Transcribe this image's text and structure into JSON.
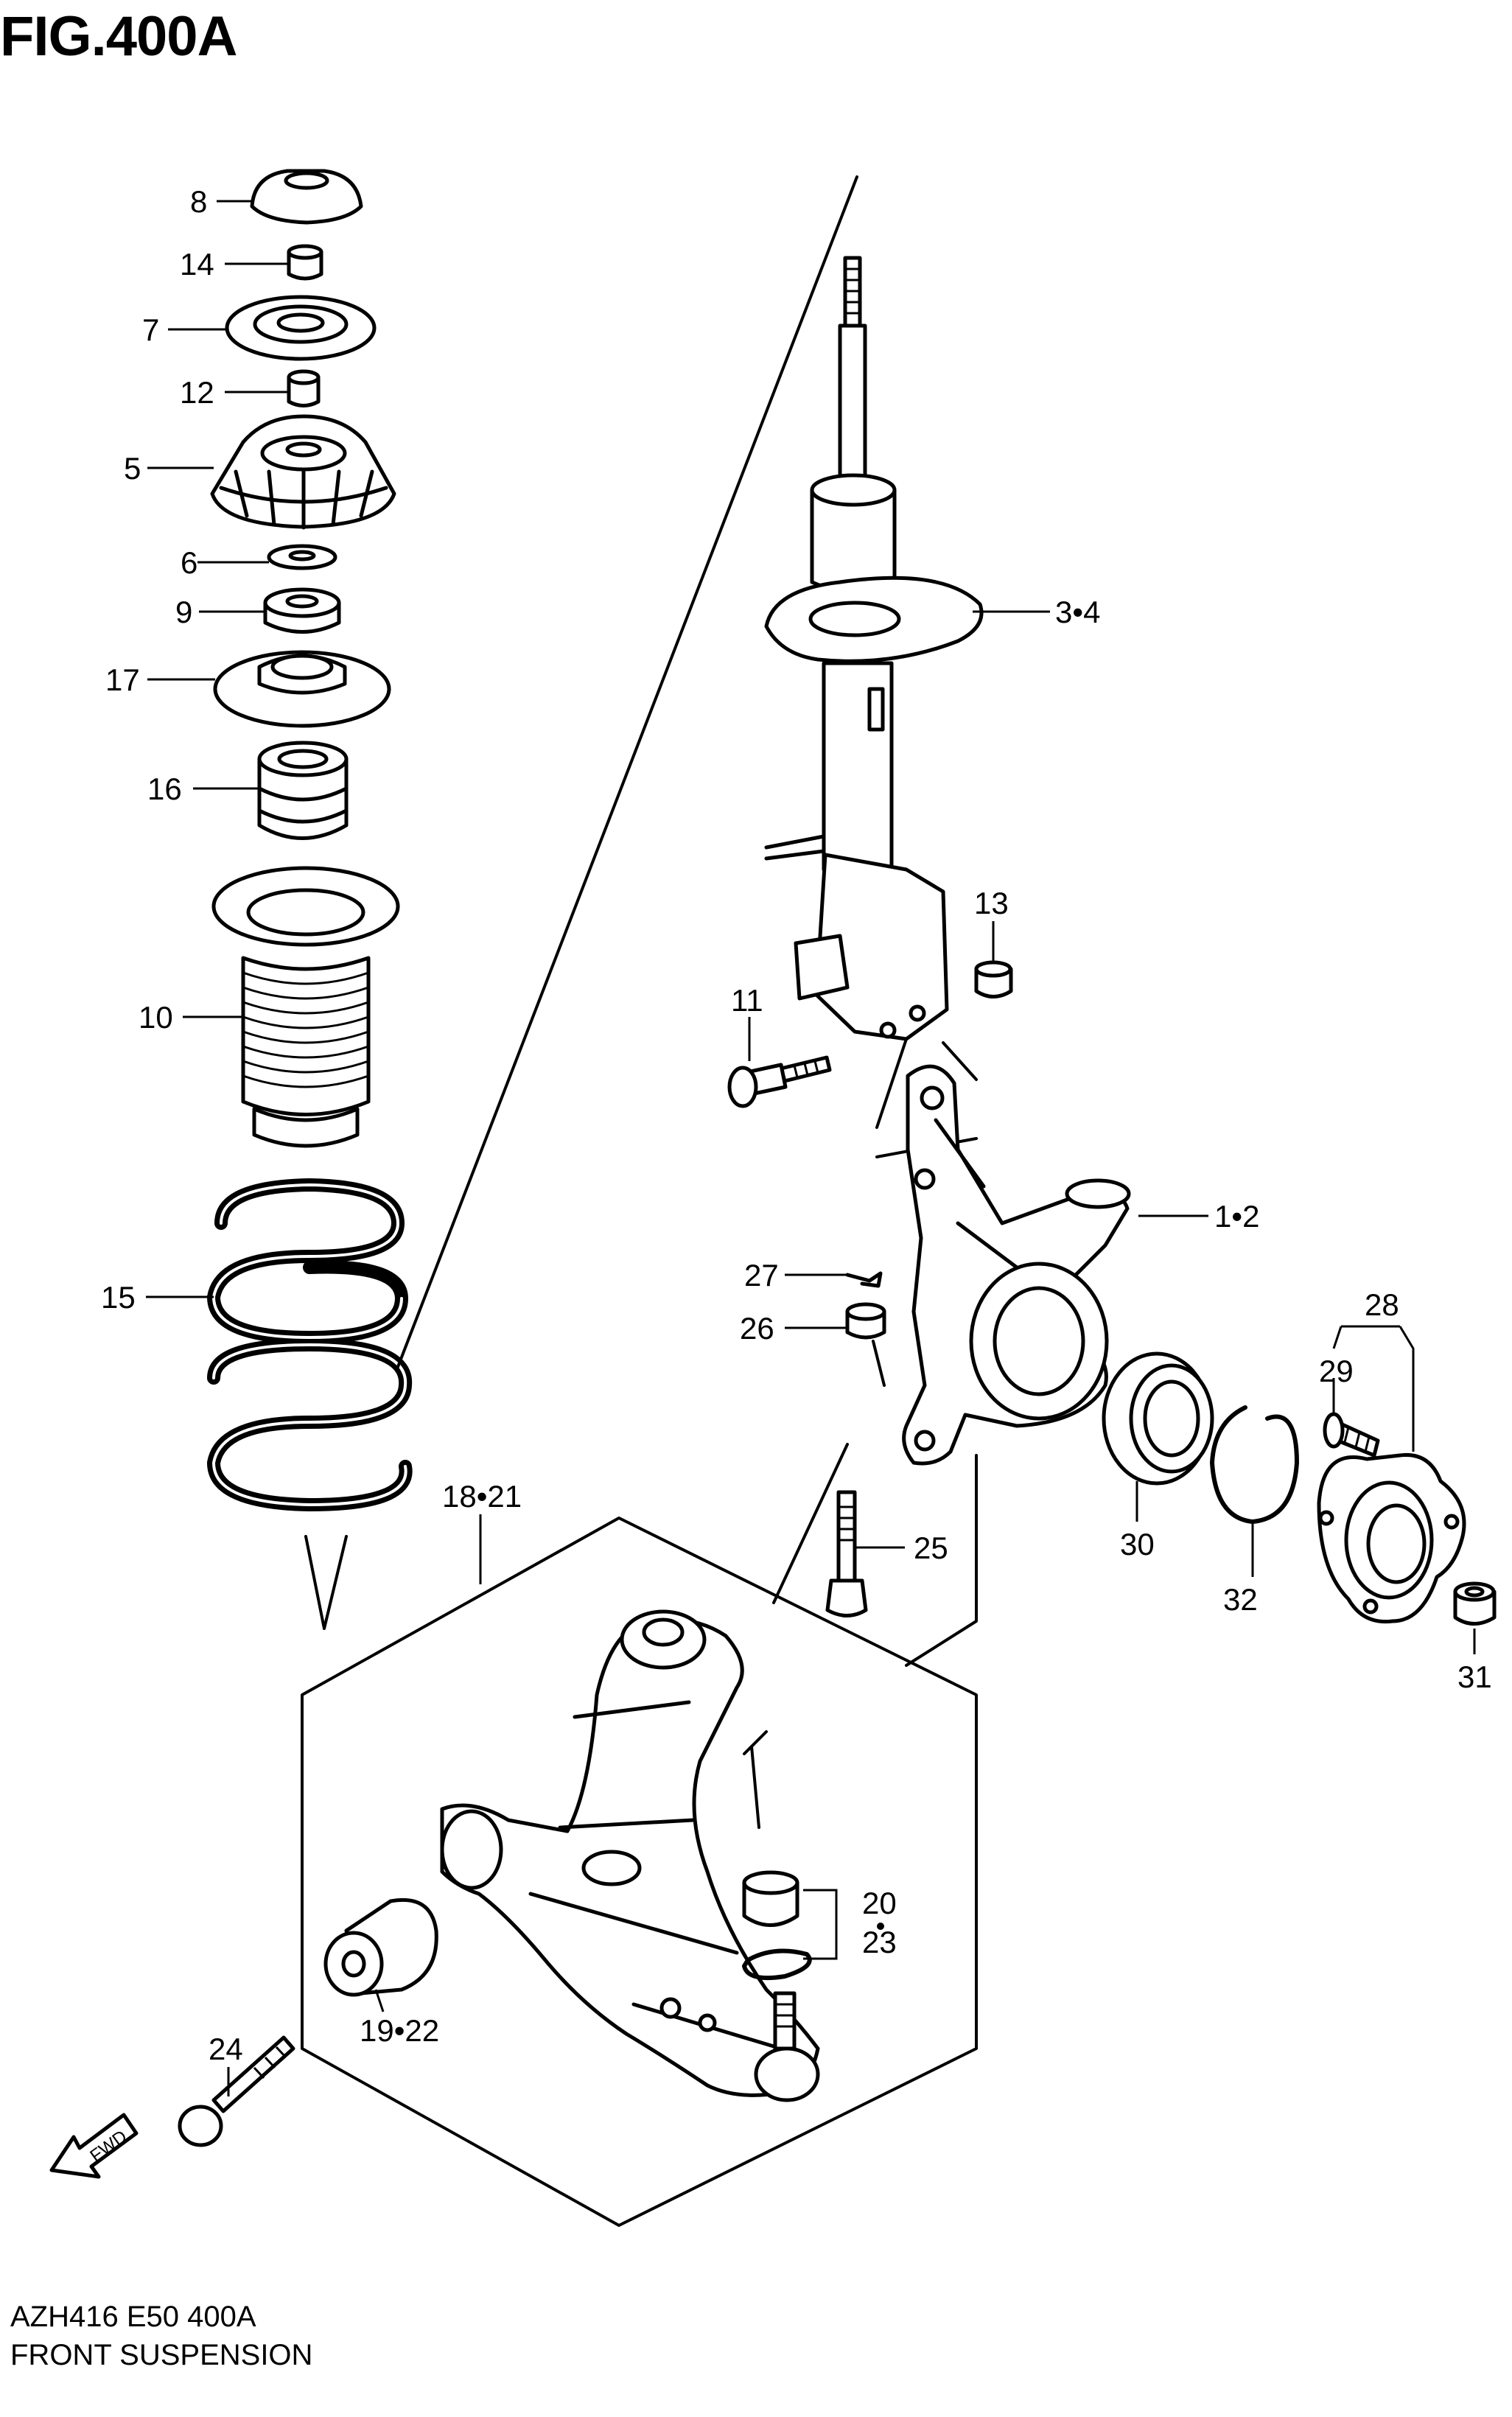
{
  "figure_title": "FIG.400A",
  "footer": {
    "code": "AZH416 E50 400A",
    "caption": "FRONT SUSPENSION"
  },
  "fwd_text": "FWD",
  "labels": {
    "p8": "8",
    "p14": "14",
    "p7": "7",
    "p12": "12",
    "p5": "5",
    "p6": "6",
    "p9": "9",
    "p17": "17",
    "p16": "16",
    "p10": "10",
    "p15": "15",
    "p3_4": "3•4",
    "p13": "13",
    "p11": "11",
    "p1_2": "1•2",
    "p27": "27",
    "p26": "26",
    "p28": "28",
    "p29": "29",
    "p30": "30",
    "p32": "32",
    "p31": "31",
    "p25": "25",
    "p18_21": "18•21",
    "p20": "20",
    "p23": "23",
    "p24": "24",
    "p19_22": "19•22"
  }
}
